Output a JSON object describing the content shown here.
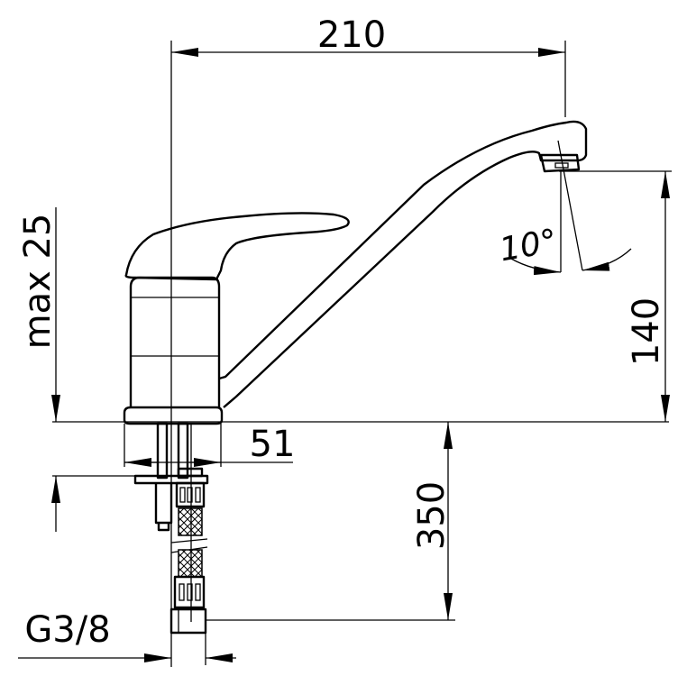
{
  "drawing": {
    "title": "Kitchen faucet dimensional drawing",
    "dimensions": {
      "spout_reach": "210",
      "spout_height": "140",
      "max_mount_thickness": "max 25",
      "base_diameter": "51",
      "hose_length": "350",
      "thread": "G3/8",
      "spout_angle": "10°"
    }
  }
}
